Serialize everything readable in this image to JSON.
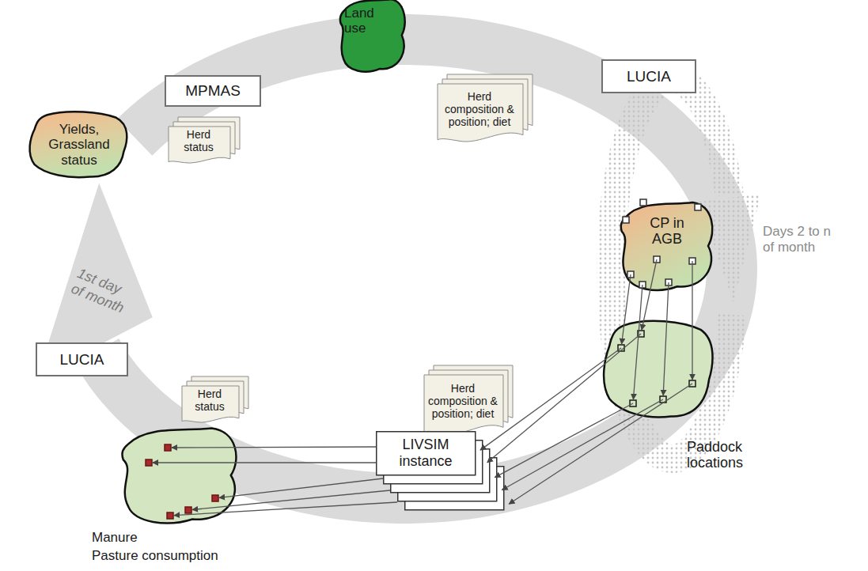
{
  "diagram": {
    "nodes": [
      {
        "text": [
          "MPMAS"
        ]
      },
      {
        "text": [
          "Land use"
        ]
      },
      {
        "text": [
          "Herd composition & position; diet"
        ]
      },
      {
        "text": [
          "LUCIA"
        ]
      },
      {
        "text": [
          "Yields, Grassland status"
        ]
      },
      {
        "text": [
          "Herd status"
        ]
      },
      {
        "text": [
          "CP in AGB"
        ]
      },
      {
        "text": [
          "Paddock locations"
        ]
      },
      {
        "text": [
          "LUCIA"
        ]
      },
      {
        "text": [
          "Herd status"
        ]
      },
      {
        "text": [
          "Herd composition & position; diet"
        ]
      },
      {
        "text": [
          "LIVSIM instance"
        ]
      },
      {
        "text": [
          "Manure",
          "Pasture consumption"
        ]
      }
    ],
    "edges": [
      {
        "from": 6,
        "to": 7,
        "arrow": "to"
      },
      {
        "from": 7,
        "to": 11,
        "arrow": "to"
      },
      {
        "from": 11,
        "to": 12,
        "arrow": "to"
      }
    ],
    "labels": [
      "1st day of month",
      "Days 2 to n of month"
    ]
  }
}
